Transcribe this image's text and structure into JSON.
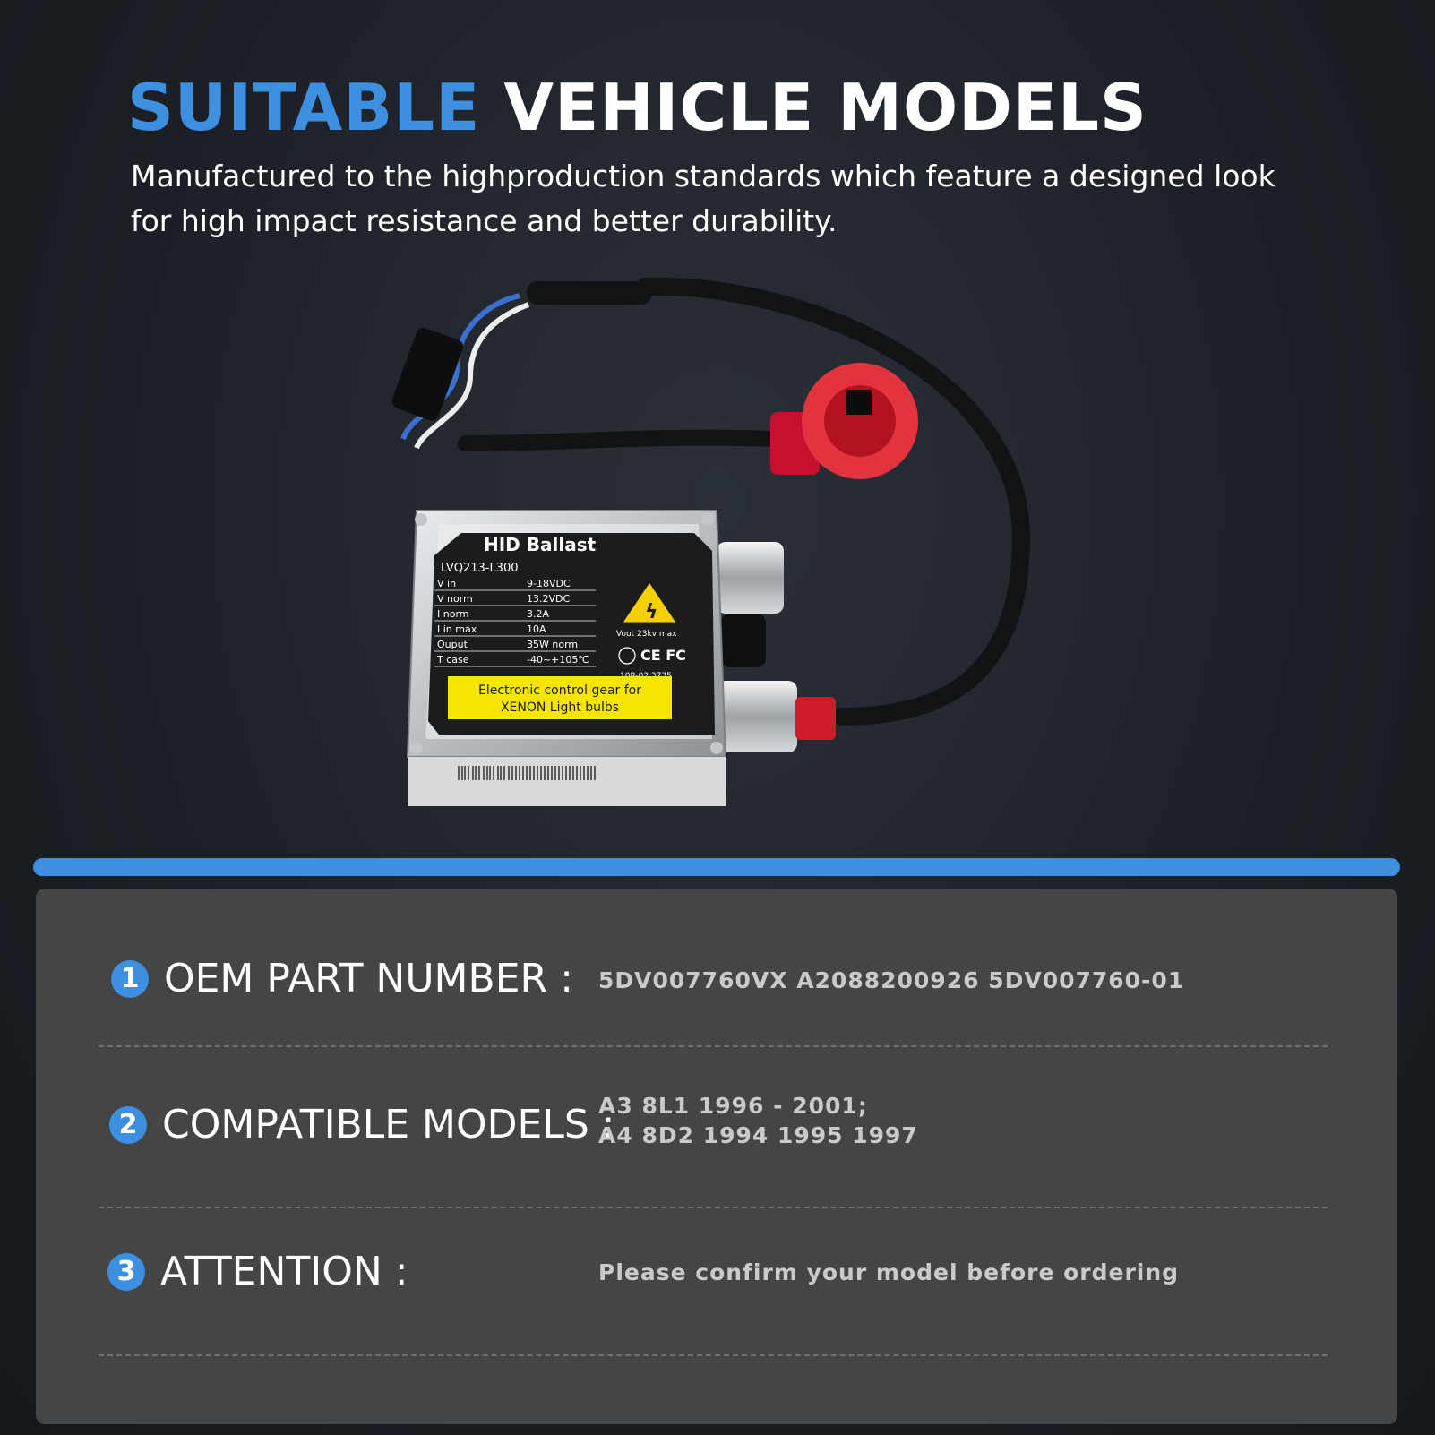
{
  "header": {
    "title_accent": "SUITABLE",
    "title_rest": "VEHICLE MODELS",
    "subtitle": "Manufactured to the highproduction standards which feature a designed look for high impact resistance and better durability."
  },
  "product": {
    "label_title": "HID Ballast",
    "model": "LVQ213-L300",
    "specs": [
      {
        "name": "V in",
        "value": "9-18VDC"
      },
      {
        "name": "V norm",
        "value": "13.2VDC"
      },
      {
        "name": "I norm",
        "value": "3.2A"
      },
      {
        "name": "I in max",
        "value": "10A"
      },
      {
        "name": "Ouput",
        "value": "35W norm"
      },
      {
        "name": "T case",
        "value": "-40~+105℃"
      }
    ],
    "warning_text": "Vout 23kv max",
    "cert_marks": "CE FC",
    "cert_code": "10R-02 3735",
    "yellow_label_line1": "Electronic control gear for",
    "yellow_label_line2": "XENON Light bulbs"
  },
  "rows": [
    {
      "number": "1",
      "label": "OEM PART NUMBER :",
      "value_line1": "5DV007760VX A2088200926  5DV007760-01",
      "value_line2": ""
    },
    {
      "number": "2",
      "label": "COMPATIBLE MODELS :",
      "value_line1": "A3 8L1 1996 - 2001;",
      "value_line2": "A4 8D2 1994 1995 1997"
    },
    {
      "number": "3",
      "label": "ATTENTION :",
      "value_line1": "Please confirm your model before ordering",
      "value_line2": ""
    }
  ],
  "colors": {
    "accent": "#3d8fe0",
    "panel": "#444546",
    "background": "#1d2127"
  }
}
